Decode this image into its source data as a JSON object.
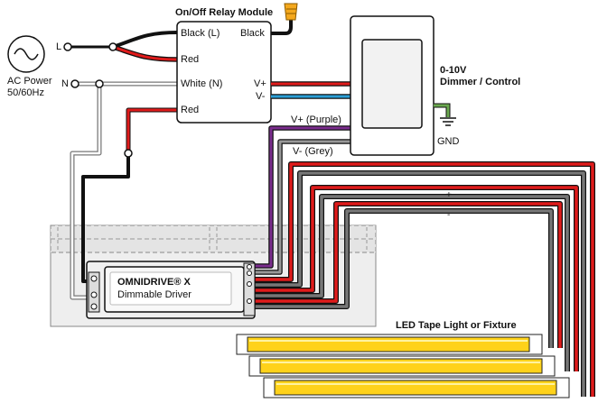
{
  "power": {
    "title": "AC Power",
    "frequency": "50/60Hz",
    "line_label": "L",
    "neutral_label": "N"
  },
  "relay": {
    "title": "On/Off Relay Module",
    "black_l": "Black (L)",
    "red_in": "Red",
    "white_n": "White (N)",
    "red_out": "Red",
    "black_out": "Black",
    "v_plus": "V+",
    "v_minus": "V-"
  },
  "dimmer": {
    "title_line1": "0-10V",
    "title_line2": "Dimmer / Control",
    "gnd": "GND",
    "v_plus_wire": "V+ (Purple)",
    "v_minus_wire": "V- (Grey)"
  },
  "driver": {
    "brand": "OMNIDRIVE® X",
    "subtitle": "Dimmable Driver"
  },
  "tape": {
    "title": "LED Tape Light or Fixture",
    "plus": "+",
    "minus": "-"
  },
  "colors": {
    "black_wire": "#111111",
    "red_wire": "#e01b1b",
    "white_wire": "#ffffff",
    "blue_wire": "#2a9fd6",
    "purple_wire": "#7b2d8e",
    "grey_wire": "#777777",
    "ground_wire": "#6aa84f",
    "tape_yellow": "#ffd21a",
    "wire_nut": "#f4a81d",
    "box_fill": "#eeeeee"
  }
}
